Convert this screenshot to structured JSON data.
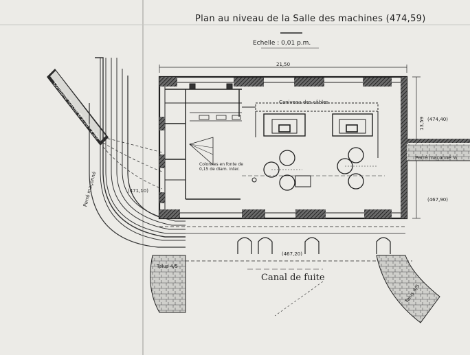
{
  "title": "Plan au niveau de la Salle des machines (474,59)",
  "scale": "Echelle : 0,01 p.m.",
  "canal": "Canal de fuite",
  "cableduct": "Caniveau des câbles",
  "columns_note": "Colonnes en fonte de 0,15 de diam. inter.",
  "conduit": "Conduite forcée Ø 2,20 - 2,20",
  "wall_right": "Perré maçonné ½",
  "wall_left": "Perré maçonné",
  "talus_left": "Talus 4/5",
  "talus_right": "Talus 4/5",
  "dims": {
    "total_width": "21,50",
    "height": "13,59",
    "elev_top": "(474,40)",
    "elev_right": "(467,90)",
    "elev_left": "(471,10)",
    "elev_bottom": "(467,20)"
  },
  "colors": {
    "paper": "#ecebe7",
    "ink": "#1f1f1f",
    "hatch": "#3a3a3a"
  }
}
